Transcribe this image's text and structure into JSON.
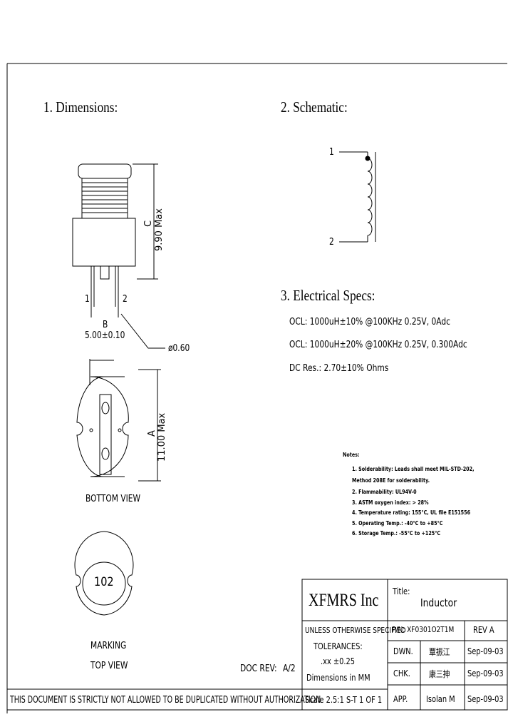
{
  "sections": {
    "dimensions_title": "1. Dimensions:",
    "schematic_title": "2. Schematic:",
    "electrical_title": "3. Electrical Specs:"
  },
  "dimensions": {
    "dim_c_label": "C",
    "dim_c_value": "9.90 Max",
    "pin1": "1",
    "pin2": "2",
    "dim_b_label": "B",
    "dim_b_value": "5.00±0.10",
    "lead_dia": "ø0.60",
    "dim_a_label": "A",
    "dim_a_value": "11.00 Max",
    "bottom_view": "BOTTOM VIEW",
    "marking_text": "102",
    "marking_label": "MARKING",
    "top_view": "TOP VIEW"
  },
  "schematic": {
    "pin1": "1",
    "pin2": "2"
  },
  "electrical": {
    "ocl1": "OCL: 1000uH±10% @100KHz 0.25V, 0Adc",
    "ocl2": "OCL: 1000uH±20% @100KHz 0.25V, 0.300Adc",
    "dcr": "DC Res.: 2.70±10% Ohms"
  },
  "notes": {
    "title": "Notes:",
    "items": [
      "1. Solderability: Leads shall meet MIL-STD-202,",
      "    Method 208E for solderability.",
      "2. Flammability: UL94V-0",
      "3. ASTM oxygen index: > 28%",
      "4. Temperature rating: 155°C, UL file E151556",
      "5. Operating Temp.: -40°C to +85°C",
      "6. Storage Temp.: -55°C to +125°C"
    ]
  },
  "doc_rev": {
    "label": "DOC REV:",
    "value": "A/2"
  },
  "title_block": {
    "company": "XFMRS Inc",
    "title_label": "Title:",
    "title_value": "Inductor",
    "tolerance_line1": "UNLESS OTHERWISE SPECIFIED",
    "tolerance_line2": "TOLERANCES:",
    "tolerance_line3": ".xx ±0.25",
    "tolerance_line4": "Dimensions in MM",
    "part_number": "P/N: XF0301O2T1M",
    "rev": "REV A",
    "dwn_label": "DWN.",
    "dwn_name": "覃振江",
    "dwn_date": "Sep-09-03",
    "chk_label": "CHK.",
    "chk_name": "康三抻",
    "chk_date": "Sep-09-03",
    "app_label": "APP.",
    "app_name": "Isolan M",
    "app_date": "Sep-09-03",
    "scale": "Scale 2.5:1 S-T 1 OF 1"
  },
  "footer": {
    "warning": "THIS DOCUMENT IS STRICTLY NOT ALLOWED TO BE DUPLICATED WITHOUT AUTHORIZATION"
  }
}
